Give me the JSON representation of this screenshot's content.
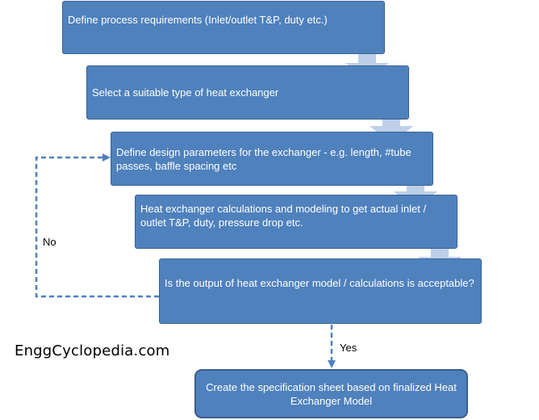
{
  "steps": [
    {
      "id": "b1",
      "text": "Define process requirements (Inlet/outlet T&P, duty etc.)"
    },
    {
      "id": "b2",
      "text": "Select a suitable type of heat exchanger"
    },
    {
      "id": "b3",
      "text": "Define design parameters for the exchanger - e.g. length, #tube passes, baffle spacing etc"
    },
    {
      "id": "b4",
      "text": "Heat exchanger calculations and modeling to get actual inlet / outlet T&P, duty, pressure drop etc."
    },
    {
      "id": "b5",
      "text": "Is the output of heat exchanger model / calculations is acceptable?"
    },
    {
      "id": "b6",
      "text": "Create the specification sheet based on finalized Heat Exchanger Model"
    }
  ],
  "edges": {
    "no_label": "No",
    "yes_label": "Yes"
  },
  "brand": "EnggCyclopedia.com",
  "colors": {
    "box_fill": "#4f81bd",
    "arrow_fill": "#bdd0e8",
    "dashed_line": "#4f81bd"
  }
}
